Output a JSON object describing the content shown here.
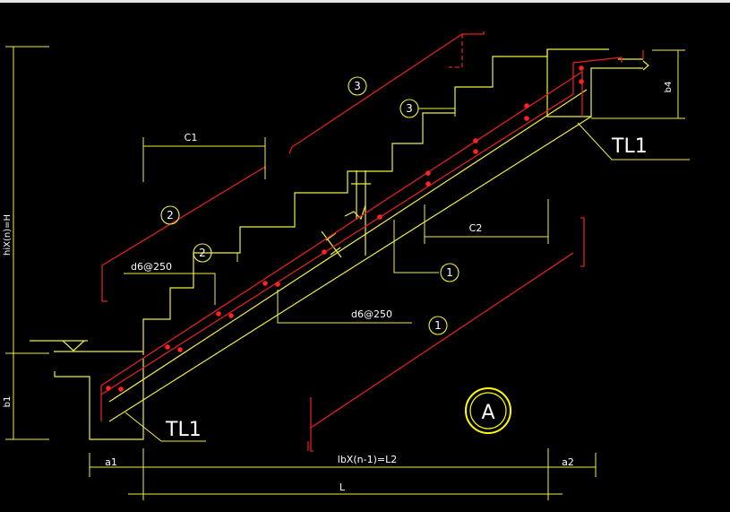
{
  "colors": {
    "background": "#000000",
    "concrete": "#f0f040",
    "rebar": "#e02020",
    "dot": "#ff2222",
    "text": "#ffffff",
    "marker": "#ffff00"
  },
  "labels": {
    "c1": "C1",
    "c2": "C2",
    "d6_top": "d6@250",
    "d6_mid": "d6@250",
    "tl1_top": "TL1",
    "tl1_bottom": "TL1",
    "a1": "a1",
    "a2": "a2",
    "l2": "lbX(n-1)=L2",
    "l": "L",
    "h_left": "hiX(n)=H",
    "b1": "b1",
    "b4": "b4",
    "section_mark": "A"
  },
  "callouts": {
    "c3_top": "3",
    "c3_mid": "3",
    "c2_top": "2",
    "c2_mid": "2",
    "c1_mid": "1",
    "c1_bottom": "1"
  }
}
